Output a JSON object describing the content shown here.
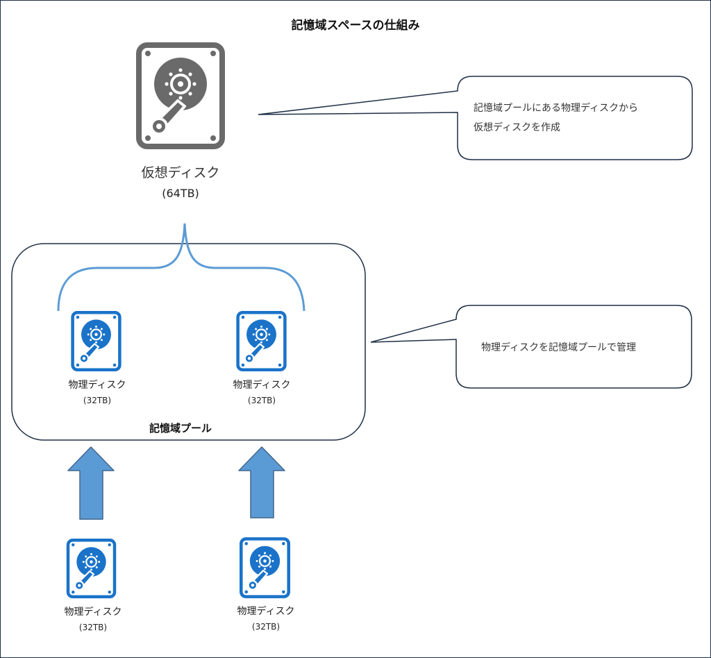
{
  "title": "記憶域スペースの仕組み",
  "virtual_disk": {
    "label": "仮想ディスク",
    "size": "(64TB)",
    "icon": "hard-drive-icon",
    "color": "#6a6a6a"
  },
  "pool": {
    "label": "記憶域プール",
    "disks": [
      {
        "label": "物理ディスク",
        "size": "(32TB)"
      },
      {
        "label": "物理ディスク",
        "size": "(32TB)"
      }
    ]
  },
  "source_disks": [
    {
      "label": "物理ディスク",
      "size": "(32TB)"
    },
    {
      "label": "物理ディスク",
      "size": "(32TB)"
    }
  ],
  "callouts": {
    "virtual": {
      "line1": "記憶域プールにある物理ディスクから",
      "line2": "仮想ディスクを作成"
    },
    "pool": {
      "text": "物理ディスクを記憶域プールで管理"
    }
  },
  "colors": {
    "border": "#1e2f45",
    "disk_blue": "#1a73c9",
    "brace": "#5b9bd5",
    "arrow_fill": "#5b9bd5",
    "arrow_stroke": "#41658c"
  }
}
